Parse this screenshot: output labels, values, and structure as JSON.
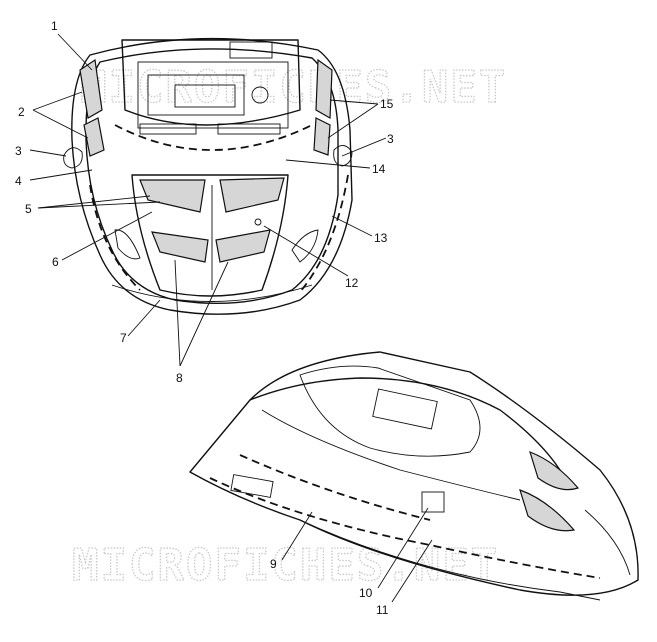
{
  "watermarks": {
    "top": "MICROFICHES.NET",
    "bottom": "MICROFICHES.NET"
  },
  "callouts": [
    {
      "label": "1"
    },
    {
      "label": "2"
    },
    {
      "label": "3"
    },
    {
      "label": "3"
    },
    {
      "label": "4"
    },
    {
      "label": "5"
    },
    {
      "label": "6"
    },
    {
      "label": "7"
    },
    {
      "label": "8"
    },
    {
      "label": "9"
    },
    {
      "label": "10"
    },
    {
      "label": "11"
    },
    {
      "label": "12"
    },
    {
      "label": "13"
    },
    {
      "label": "14"
    },
    {
      "label": "15"
    }
  ]
}
